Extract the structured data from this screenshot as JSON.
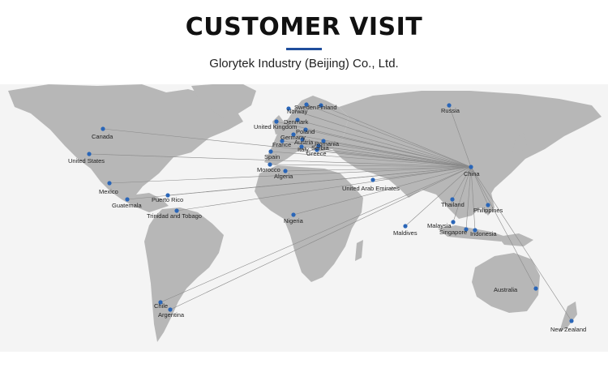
{
  "header": {
    "title": "CUSTOMER VISIT",
    "subtitle": "Glorytek Industry (Beijing) Co., Ltd."
  },
  "colors": {
    "accent": "#1f4e9c",
    "land": "#b7b7b7",
    "ocean": "#f4f4f4",
    "marker": "#2a66b8",
    "line": "#8a8a8a"
  },
  "hub": {
    "name": "China"
  },
  "locations": [
    {
      "name": "Canada"
    },
    {
      "name": "United States"
    },
    {
      "name": "Mexico"
    },
    {
      "name": "Guatemala"
    },
    {
      "name": "Puerto Rico"
    },
    {
      "name": "Trinidad and Tobago"
    },
    {
      "name": "Chile"
    },
    {
      "name": "Argentina"
    },
    {
      "name": "Sweden"
    },
    {
      "name": "Finland"
    },
    {
      "name": "Norway"
    },
    {
      "name": "Denmark"
    },
    {
      "name": "United Kingdom"
    },
    {
      "name": "Poland"
    },
    {
      "name": "Germany"
    },
    {
      "name": "Austria"
    },
    {
      "name": "Romania"
    },
    {
      "name": "France"
    },
    {
      "name": "Italy"
    },
    {
      "name": "Serbia"
    },
    {
      "name": "Spain"
    },
    {
      "name": "Greece"
    },
    {
      "name": "Morocco"
    },
    {
      "name": "Algeria"
    },
    {
      "name": "United Arab Emirates"
    },
    {
      "name": "Nigeria"
    },
    {
      "name": "Russia"
    },
    {
      "name": "Thailand"
    },
    {
      "name": "Philippines"
    },
    {
      "name": "Malaysia"
    },
    {
      "name": "Singapore"
    },
    {
      "name": "Indonesia"
    },
    {
      "name": "Maldives"
    },
    {
      "name": "Australia"
    },
    {
      "name": "New Zealand"
    }
  ]
}
